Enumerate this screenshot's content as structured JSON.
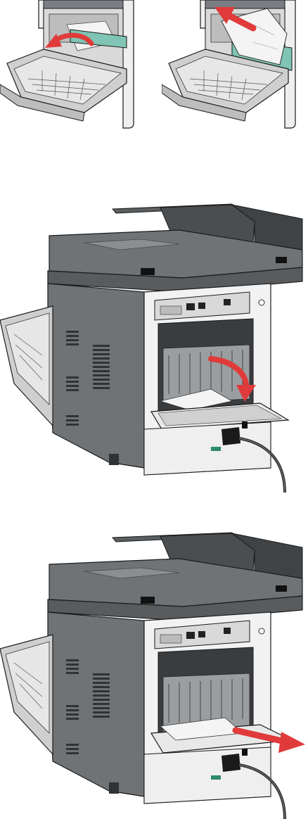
{
  "figure": {
    "panels": [
      {
        "id": "front-door-jam-pull-tab",
        "view": "front"
      },
      {
        "id": "front-door-jam-remove-paper",
        "view": "front"
      },
      {
        "id": "rear-door-open",
        "view": "rear"
      },
      {
        "id": "rear-door-remove-paper",
        "view": "rear"
      }
    ],
    "colors": {
      "arrow": "#e03a3a",
      "tab": "#7fc4b4",
      "printer_body": "#6f7376",
      "printer_top": "#3f4346",
      "frame": "#d8d8d8",
      "outline": "#1a1a1a",
      "paper": "#f4f4f4",
      "cable": "#2a2a2a"
    }
  }
}
